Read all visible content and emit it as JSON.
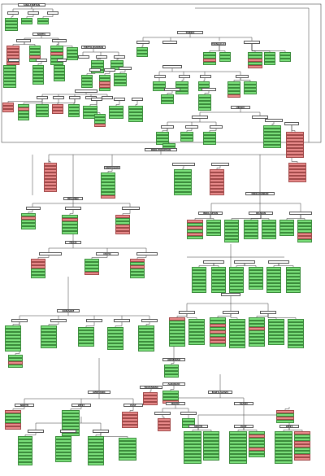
{
  "figure_title": "LANGUAGE FAMILIES",
  "families": [
    {
      "name": "SINO-TIBETAN",
      "branches": [
        "SINITIC",
        "TIBETO-BURMAN",
        "HMONG-MIEN",
        "KRA-DAI"
      ]
    },
    {
      "name": "DRAVIDIAN",
      "branches": [
        "NORTH",
        "CENTRAL",
        "SOUTH-CENTRAL",
        "SOUTH"
      ]
    },
    {
      "name": "ALTAIC",
      "branches": [
        "TURKIC",
        "MONGOLIC",
        "TUNGUSIC",
        "KOREANIC",
        "JAPONIC"
      ]
    },
    {
      "name": "AFROASIATIC",
      "branches": [
        "SEMITIC",
        "CUSHITIC",
        "BERBER",
        "CHADIC",
        "EGYPTIAN",
        "OMOTIC"
      ]
    },
    {
      "name": "URALIC",
      "branches": [
        "FINNIC",
        "SAMI",
        "UGRIC",
        "SAMOYEDIC",
        "PERMIC"
      ]
    },
    {
      "name": "INDO-EUROPEAN",
      "branches": [
        "ANATOLIAN",
        "HELLENIC",
        "ITALIC",
        "CELTIC",
        "GERMANIC",
        "ARMENIAN",
        "ALBANIAN",
        "BALTO-SLAVIC",
        "INDO-IRANIAN",
        "TOCHARIAN"
      ]
    }
  ],
  "node_labels": {
    "n_top_title": "SINO-TIBETAN",
    "n_tl_a": "SINITIC",
    "n_tl_b": "TIBETO-BURMAN",
    "n_tr_a": "MONGOLIC",
    "n_tr_b": "TURKIC",
    "n_mid": "URALIC",
    "n_ie": "INDO-EUROPEAN",
    "n_anat": "ANATOLIAN",
    "n_hell": "HELLENIC",
    "n_ital": "ITALIC",
    "n_celt": "CELTIC",
    "n_germ": "GERMANIC",
    "n_ii": "INDO-IRANIAN",
    "n_bs": "BALTO-SLAVIC",
    "n_toch": "TOCHARIAN",
    "n_arm": "ARMENIAN",
    "n_alb": "ALBANIAN",
    "n_iran": "IRANIAN",
    "n_indo": "INDO-ARYAN",
    "n_rom": "ROMANCE",
    "n_slav": "SLAVIC",
    "n_balt": "BALTIC",
    "n_west": "WEST",
    "n_east": "EAST",
    "n_south": "SOUTH",
    "n_north": "NORTH"
  }
}
